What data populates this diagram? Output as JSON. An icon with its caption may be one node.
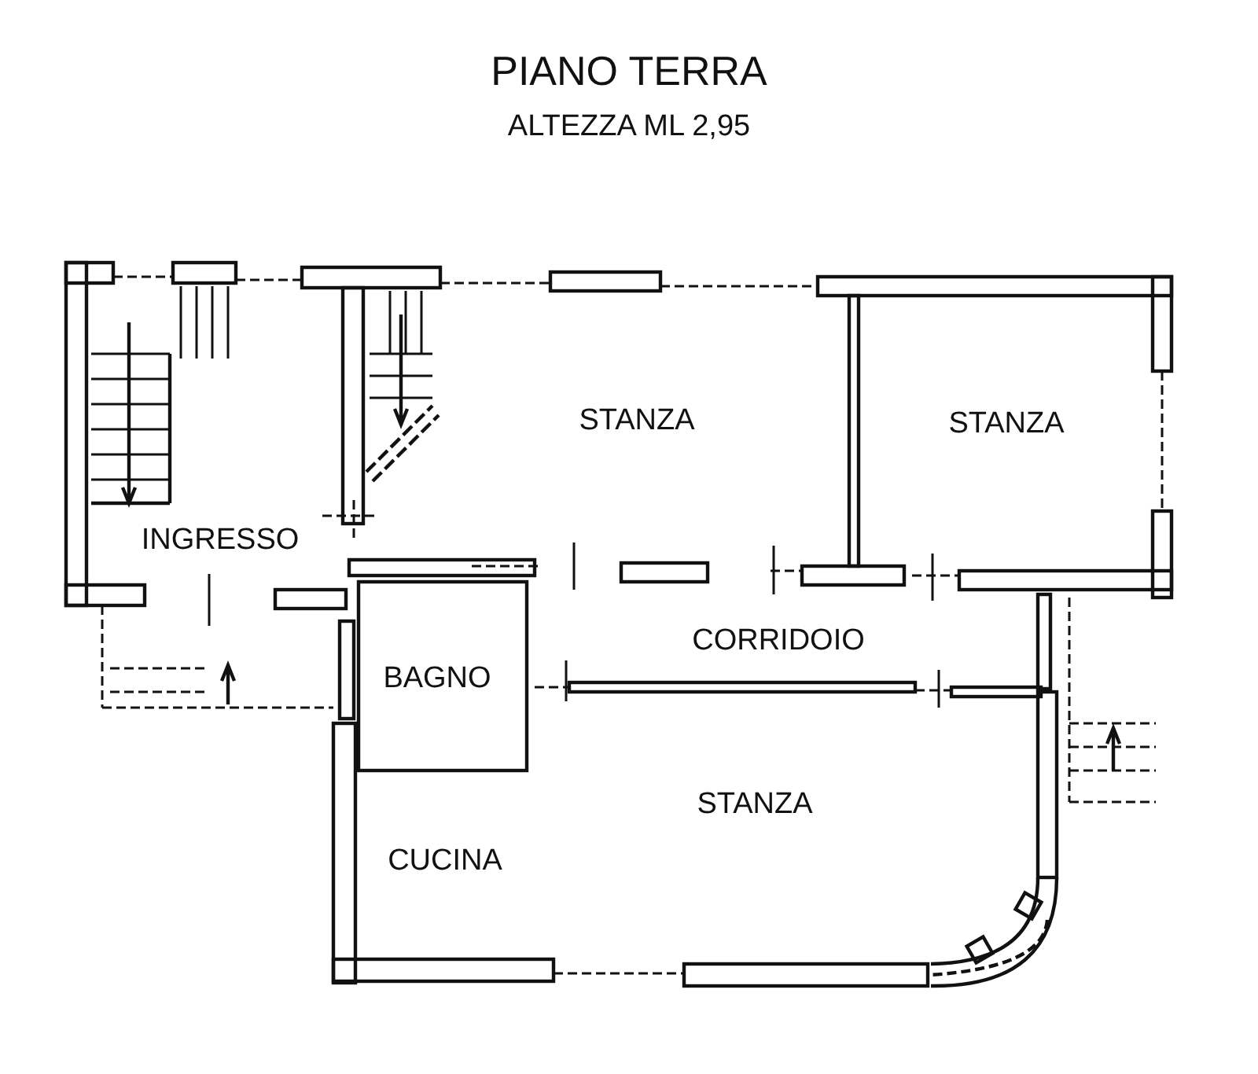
{
  "diagram": {
    "title": "PIANO TERRA",
    "nodes": [
      {
        "text": [
          "INGRESSO"
        ]
      },
      {
        "text": [
          "STANZA"
        ]
      },
      {
        "text": [
          "STANZA"
        ]
      },
      {
        "text": [
          "BAGNO"
        ]
      },
      {
        "text": [
          "CORRIDOIO"
        ]
      },
      {
        "text": [
          "STANZA"
        ]
      },
      {
        "text": [
          "CUCINA"
        ]
      }
    ],
    "labels": [
      "ALTEZZA ML 2,95"
    ]
  }
}
